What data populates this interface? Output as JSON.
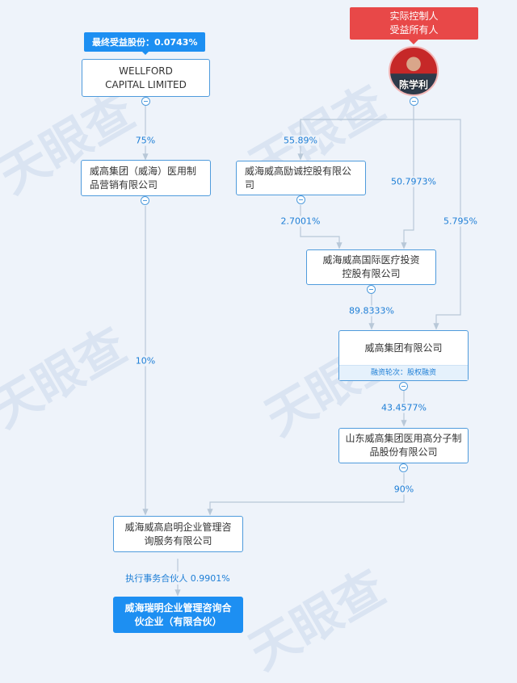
{
  "badges": {
    "ultimate_share": "最终受益股份：0.0743%",
    "controller_line1": "实际控制人",
    "controller_line2": "受益所有人"
  },
  "person": {
    "name": "陈学利"
  },
  "nodes": {
    "wellford": "WELLFORD CAPITAL LIMITED",
    "weigao_yingxiao": "威高集团（威海）医用制品营销有限公司",
    "weihai_lizheng": "威海威高励诚控股有限公司",
    "weihai_guoji": "威海威高国际医疗投资控股有限公司",
    "weigao_group": "威高集团有限公司",
    "weigao_group_financing": "融资轮次：股权融资",
    "shandong_weigao": "山东威高集团医用高分子制品股份有限公司",
    "weihai_qiming": "威海威高启明企业管理咨询服务有限公司",
    "weihai_ruiming": "威海瑞明企业管理咨询合伙企业（有限合伙）"
  },
  "edges": {
    "wellford_to_yingxiao": "75%",
    "person_to_lizheng": "55.89%",
    "person_to_guoji": "50.7973%",
    "person_to_group": "5.795%",
    "lizheng_to_guoji": "2.7001%",
    "guoji_to_group": "89.8333%",
    "yingxiao_to_qiming": "10%",
    "group_to_shandong": "43.4577%",
    "shandong_to_qiming": "90%",
    "qiming_to_ruiming": "执行事务合伙人 0.9901%"
  },
  "watermark": "天眼查",
  "colors": {
    "line": "#b8c8d8",
    "node_border": "#4f9bdc",
    "accent": "#1d8ff2",
    "red": "#e84848"
  }
}
